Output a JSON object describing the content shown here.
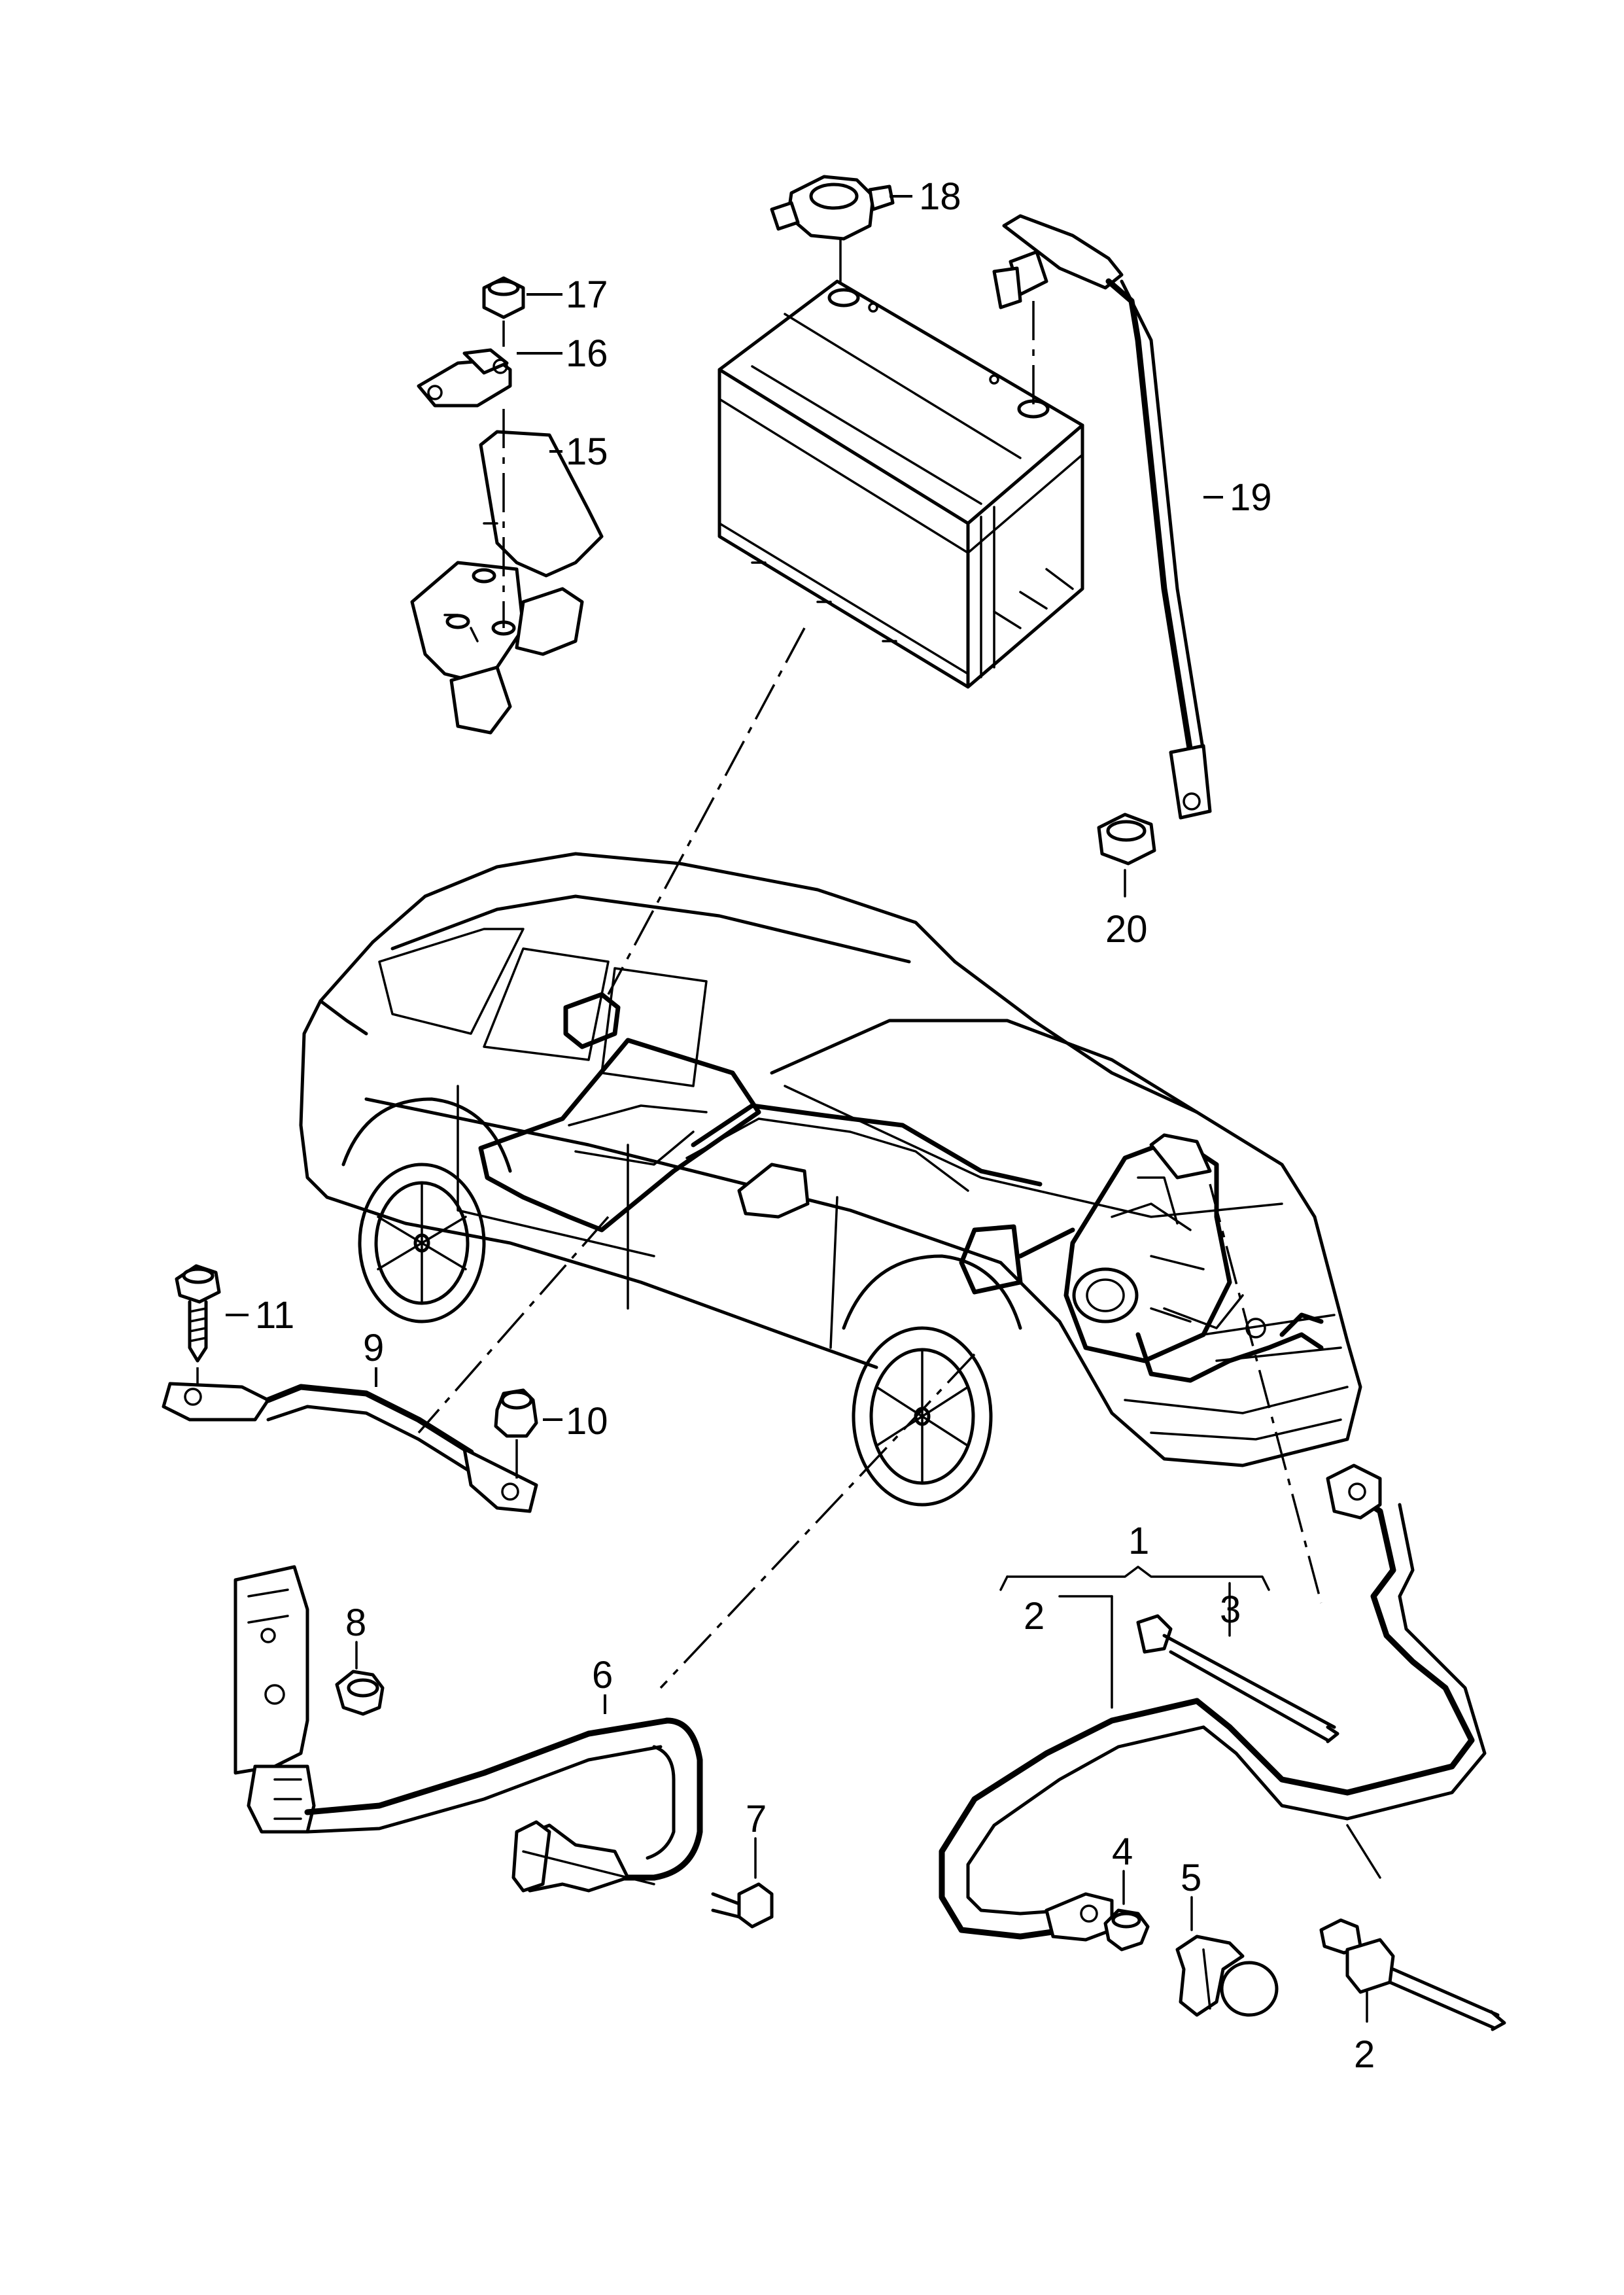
{
  "callouts": {
    "c1": "1",
    "c2a": "2",
    "c2b": "2",
    "c3": "3",
    "c4": "4",
    "c5": "5",
    "c6": "6",
    "c7": "7",
    "c8": "8",
    "c9": "9",
    "c10": "10",
    "c11": "11",
    "c15": "15",
    "c16": "16",
    "c17": "17",
    "c18": "18",
    "c19": "19",
    "c20": "20"
  }
}
